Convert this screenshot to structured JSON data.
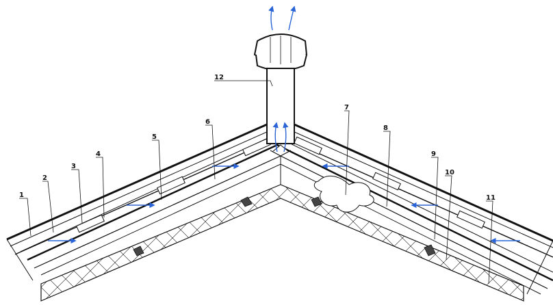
{
  "diagram": {
    "callouts": [
      {
        "id": "1",
        "label": "1"
      },
      {
        "id": "2",
        "label": "2"
      },
      {
        "id": "3",
        "label": "3"
      },
      {
        "id": "4",
        "label": "4"
      },
      {
        "id": "5",
        "label": "5"
      },
      {
        "id": "6",
        "label": "6"
      },
      {
        "id": "7",
        "label": "7"
      },
      {
        "id": "8",
        "label": "8"
      },
      {
        "id": "9",
        "label": "9"
      },
      {
        "id": "10",
        "label": "10"
      },
      {
        "id": "11",
        "label": "11"
      },
      {
        "id": "12",
        "label": "12"
      }
    ],
    "colors": {
      "line": "#111111",
      "airflow_arrow": "#2a64d6",
      "background": "#ffffff"
    },
    "icons": {
      "airflow": "arrow-icon",
      "vent": "roof-vent-icon",
      "batten": "batten-block-icon",
      "insulation": "crosshatch-insulation-icon"
    }
  }
}
